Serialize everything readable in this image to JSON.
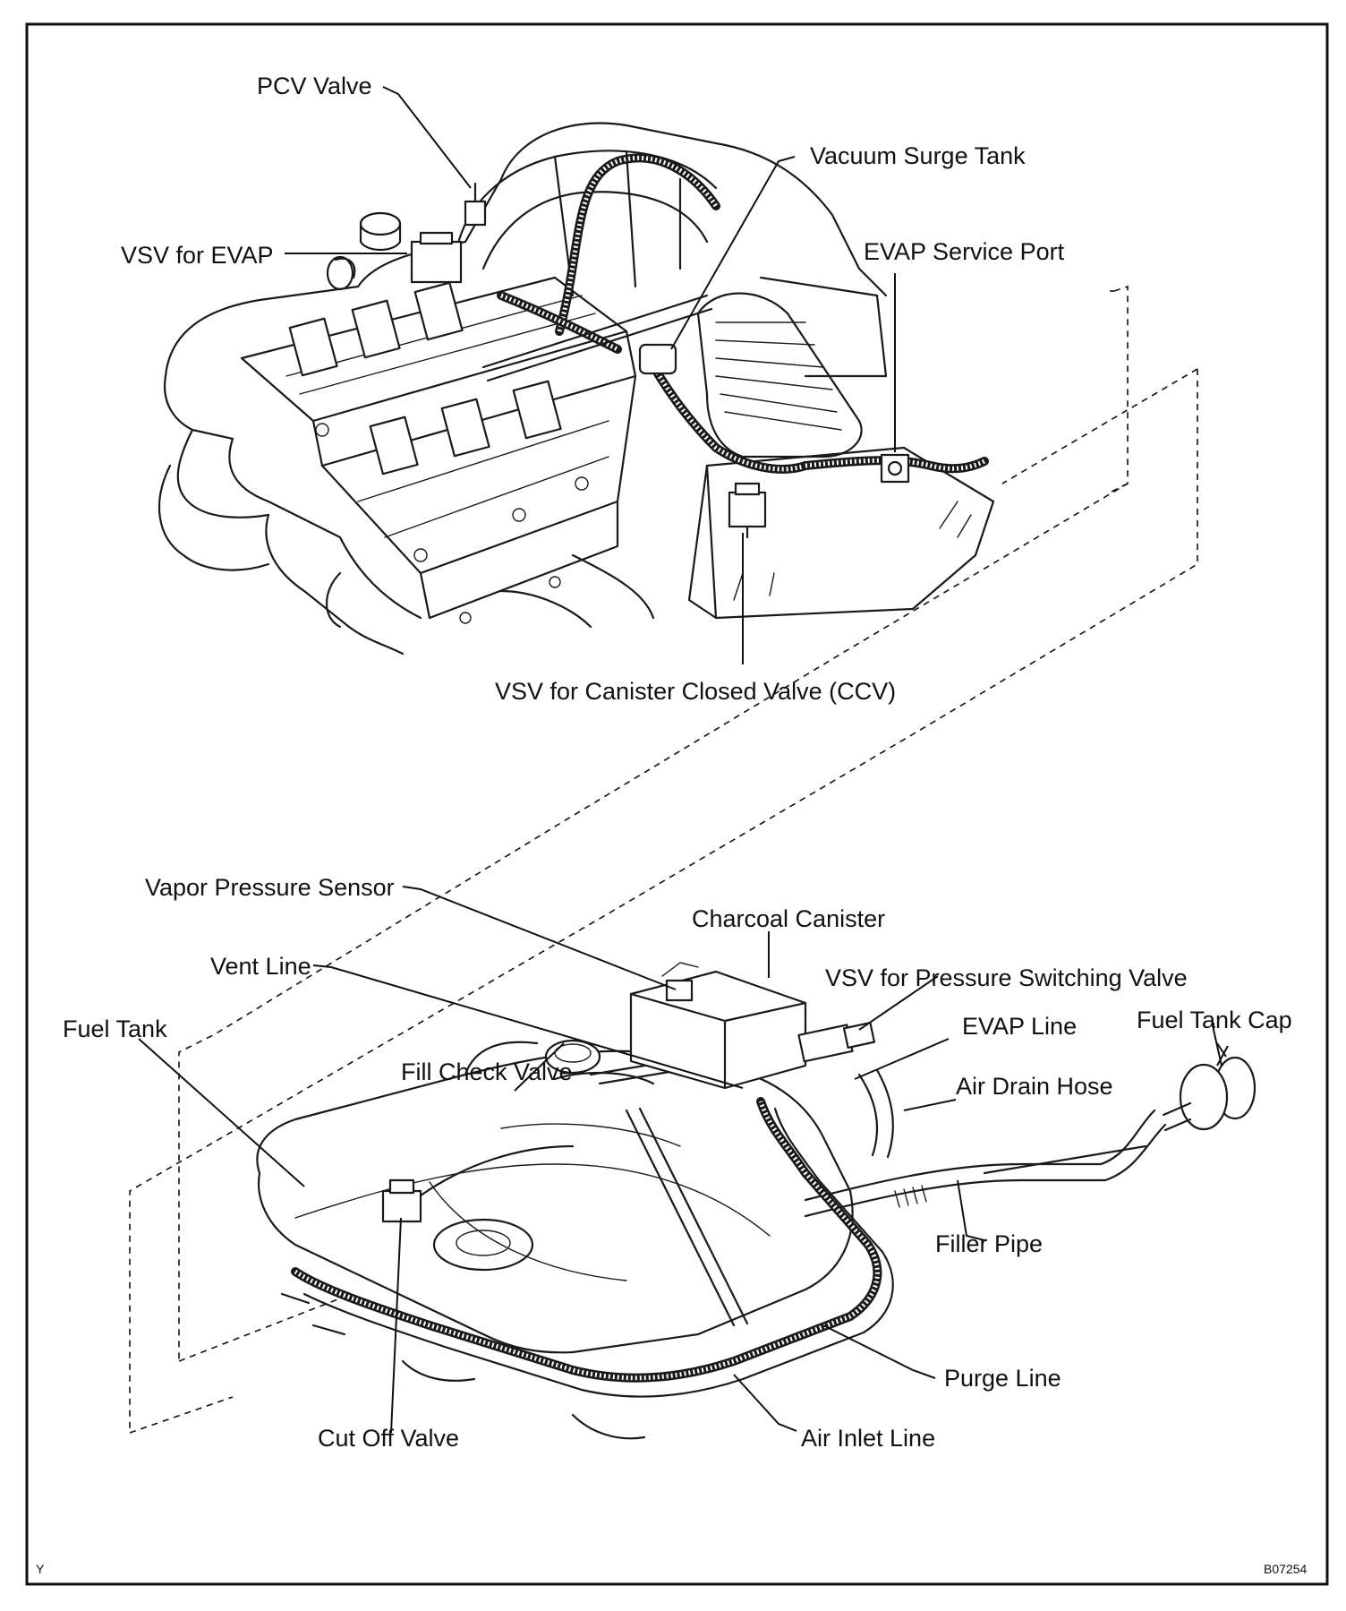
{
  "labels": {
    "pcv_valve": "PCV Valve",
    "vacuum_surge_tank": "Vacuum Surge Tank",
    "vsv_for_evap": "VSV for EVAP",
    "evap_service_port": "EVAP Service Port",
    "vsv_ccv": "VSV for Canister Closed Valve (CCV)",
    "vapor_pressure_sensor": "Vapor Pressure Sensor",
    "charcoal_canister": "Charcoal Canister",
    "vsv_pressure_switching_valve": "VSV for Pressure Switching Valve",
    "vent_line": "Vent Line",
    "fuel_tank": "Fuel Tank",
    "evap_line": "EVAP Line",
    "fuel_tank_cap": "Fuel Tank Cap",
    "fill_check_valve": "Fill Check Valve",
    "air_drain_hose": "Air Drain Hose",
    "filler_pipe": "Filler Pipe",
    "purge_line": "Purge Line",
    "cut_off_valve": "Cut Off Valve",
    "air_inlet_line": "Air Inlet Line"
  },
  "corner": {
    "left_code": "Y",
    "figure_code": "B07254"
  }
}
